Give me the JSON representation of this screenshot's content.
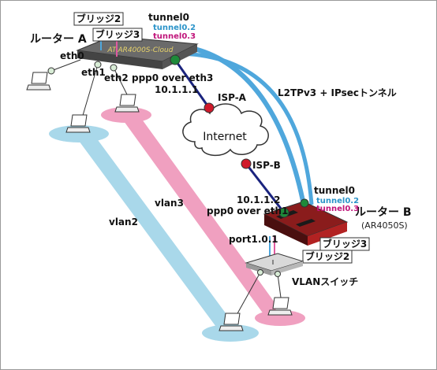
{
  "router_a": {
    "name": "ルーター A",
    "model_text": "AT-AR4000S-Cloud",
    "bridge2": "ブリッジ2",
    "bridge3": "ブリッジ3",
    "tunnel0": "tunnel0",
    "tunnel02": "tunnel0.2",
    "tunnel03": "tunnel0.3",
    "eth0": "eth0",
    "eth1": "eth1",
    "eth2": "eth2",
    "ppp0": "ppp0 over eth3",
    "ip": "10.1.1.1"
  },
  "router_b": {
    "name": "ルーター B",
    "model": "(AR4050S)",
    "tunnel0": "tunnel0",
    "tunnel02": "tunnel0.2",
    "tunnel03": "tunnel0.3",
    "bridge3": "ブリッジ3",
    "bridge2": "ブリッジ2",
    "port": "port1.0.1",
    "ip": "10.1.1.2",
    "ppp0": "ppp0 over eth1"
  },
  "network": {
    "internet": "Internet",
    "isp_a": "ISP-A",
    "isp_b": "ISP-B",
    "tunnel_label": "L2TPv3 + IPsecトンネル",
    "vlan2": "vlan2",
    "vlan3": "vlan3",
    "switch": "VLANスイッチ"
  },
  "colors": {
    "tunnel": "#4fa7dc",
    "vlan2": "#a9d8ea",
    "vlan3": "#f0a0c0",
    "tunnel02_text": "#2a93c9",
    "tunnel03_text": "#c0147a"
  }
}
